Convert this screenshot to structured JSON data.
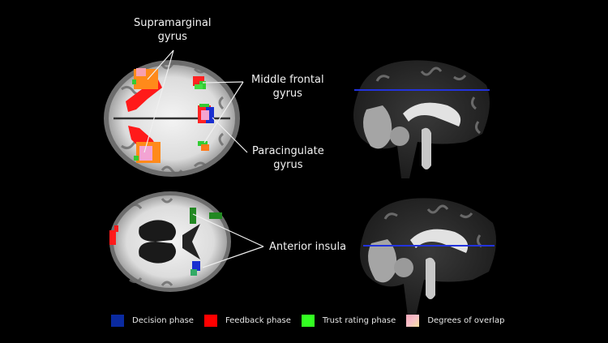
{
  "figure": {
    "labels": {
      "supramarginal": [
        "Supramarginal",
        "gyrus"
      ],
      "middle_frontal": [
        "Middle frontal",
        "gyrus"
      ],
      "paracingulate": [
        "Paracingulate",
        "gyrus"
      ],
      "anterior_insula": "Anterior insula"
    },
    "panels": {
      "top_axial": "axial-brain-slice-superior",
      "top_sagittal": "sagittal-brain-slice-with-high-cut-line",
      "bottom_axial": "axial-brain-slice-inferior",
      "bottom_sagittal": "sagittal-brain-slice-with-low-cut-line"
    },
    "cut_line_color": "#2233dd"
  },
  "legend": {
    "items": [
      {
        "label": "Decision phase",
        "color": "#0a2aa0"
      },
      {
        "label": "Feedback phase",
        "color": "#ff0000"
      },
      {
        "label": "Trust rating phase",
        "color": "#33ff22"
      },
      {
        "label": "Degrees of overlap",
        "color": "#f4a6b8"
      }
    ]
  }
}
